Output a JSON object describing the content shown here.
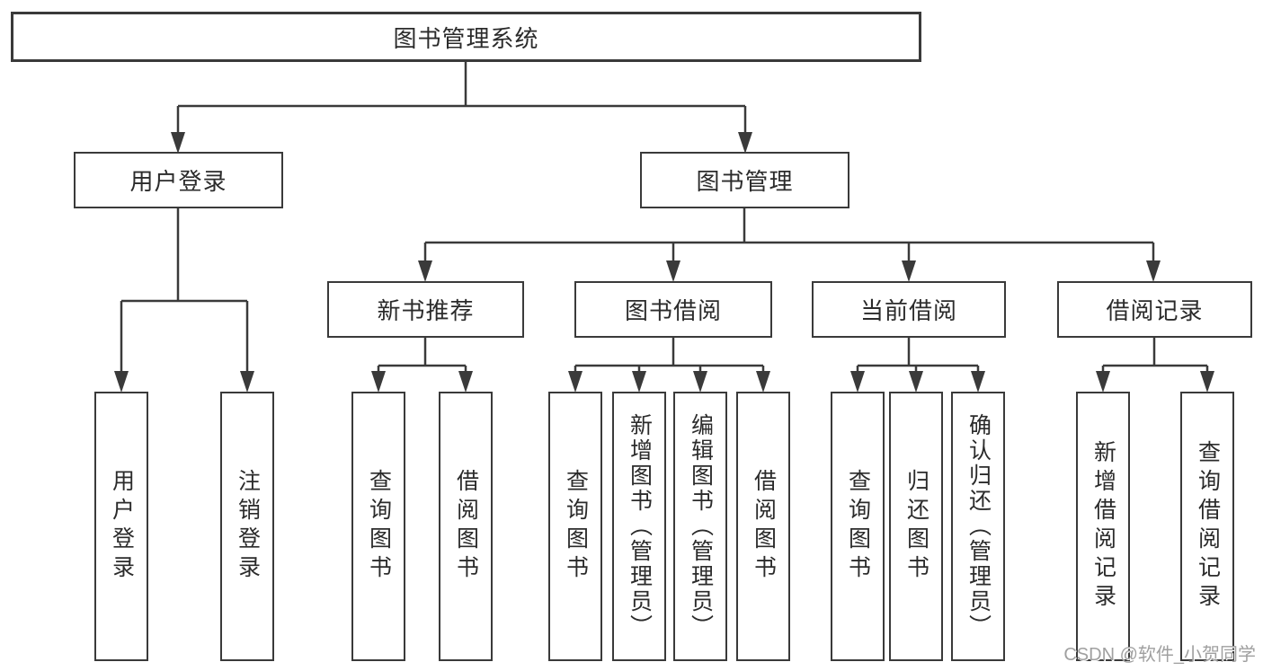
{
  "watermark": "CSDN @软件_小贺同学",
  "colors": {
    "line": "#3a3a3a",
    "text": "#2b2b2b",
    "background": "#ffffff",
    "watermark": "#a0a0a0"
  },
  "tree": {
    "root": {
      "label": "图书管理系统"
    },
    "branches": [
      {
        "label": "用户登录",
        "children": [
          {
            "label": "用户登录"
          },
          {
            "label": "注销登录"
          }
        ]
      },
      {
        "label": "图书管理",
        "children": [
          {
            "label": "新书推荐",
            "children": [
              {
                "label": "查询图书"
              },
              {
                "label": "借阅图书"
              }
            ]
          },
          {
            "label": "图书借阅",
            "children": [
              {
                "label": "查询图书"
              },
              {
                "label": "新增图书（管理员）"
              },
              {
                "label": "编辑图书（管理员）"
              },
              {
                "label": "借阅图书"
              }
            ]
          },
          {
            "label": "当前借阅",
            "children": [
              {
                "label": "查询图书"
              },
              {
                "label": "归还图书"
              },
              {
                "label": "确认归还（管理员）"
              }
            ]
          },
          {
            "label": "借阅记录",
            "children": [
              {
                "label": "新增借阅记录"
              },
              {
                "label": "查询借阅记录"
              }
            ]
          }
        ]
      }
    ]
  }
}
